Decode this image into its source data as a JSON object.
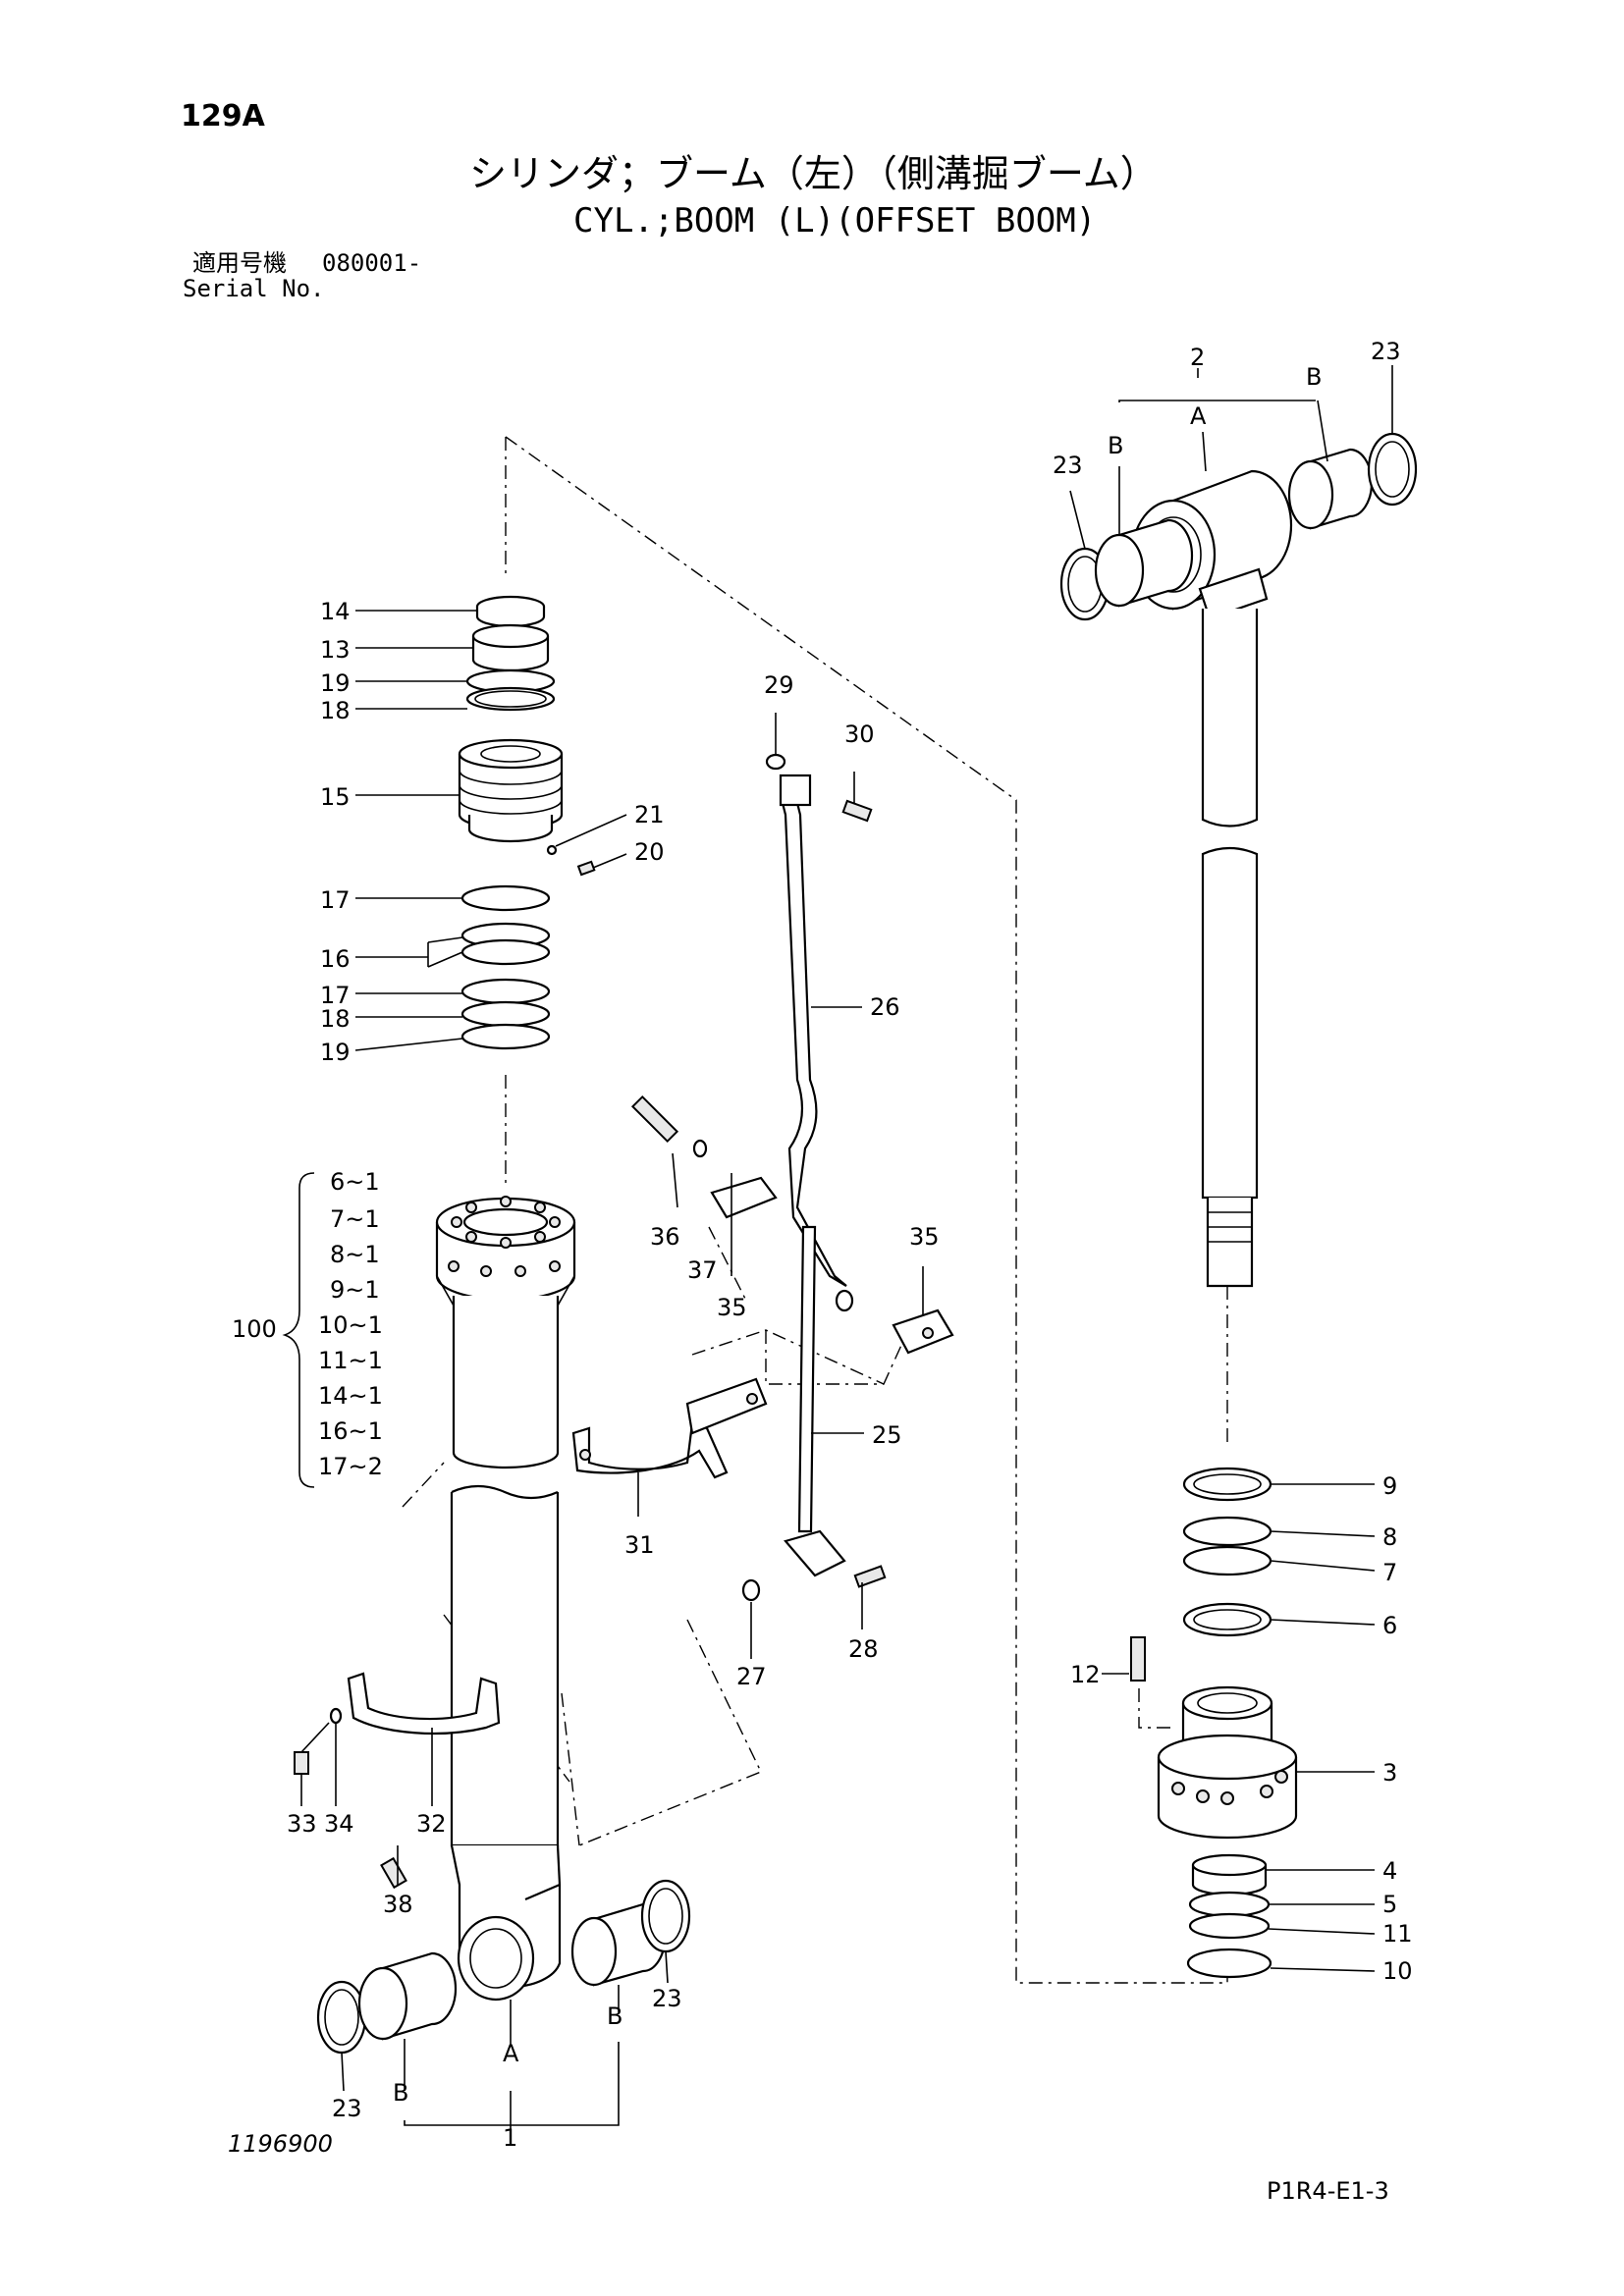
{
  "header": {
    "page_number": "129A",
    "title_ja": "シリンダ；ブーム（左）（側溝掘ブーム）",
    "title_en": "CYL.;BOOM (L)(OFFSET BOOM)",
    "serial_label_ja": "適用号機",
    "serial_number": "080001-",
    "serial_label_en": "Serial No."
  },
  "footer": {
    "drawing_number": "1196900",
    "sheet_ref": "P1R4-E1-3"
  },
  "callouts": {
    "c14": "14",
    "c13": "13",
    "c19a": "19",
    "c18a": "18",
    "c15": "15",
    "c21": "21",
    "c20": "20",
    "c17a": "17",
    "c16": "16",
    "c17b": "17",
    "c18b": "18",
    "c19b": "19",
    "c29": "29",
    "c30": "30",
    "c26": "26",
    "c36": "36",
    "c37": "37",
    "c35a": "35",
    "c35b": "35",
    "c25": "25",
    "c31": "31",
    "c27": "27",
    "c28": "28",
    "c33": "33",
    "c34": "34",
    "c32": "32",
    "c38": "38",
    "c23a": "23",
    "c23b": "23",
    "c23c": "23",
    "c23d": "23",
    "cB1": "B",
    "cB2": "B",
    "cB3": "B",
    "cB4": "B",
    "cA1": "A",
    "cA2": "A",
    "c1": "1",
    "c2": "2",
    "c9": "9",
    "c8": "8",
    "c7": "7",
    "c6": "6",
    "c12": "12",
    "c3": "3",
    "c4": "4",
    "c5": "5",
    "c11": "11",
    "c10": "10"
  },
  "kit_100": {
    "label": "100",
    "items": [
      "6~1",
      "7~1",
      "8~1",
      "9~1",
      "10~1",
      "11~1",
      "14~1",
      "16~1",
      "17~2"
    ]
  }
}
